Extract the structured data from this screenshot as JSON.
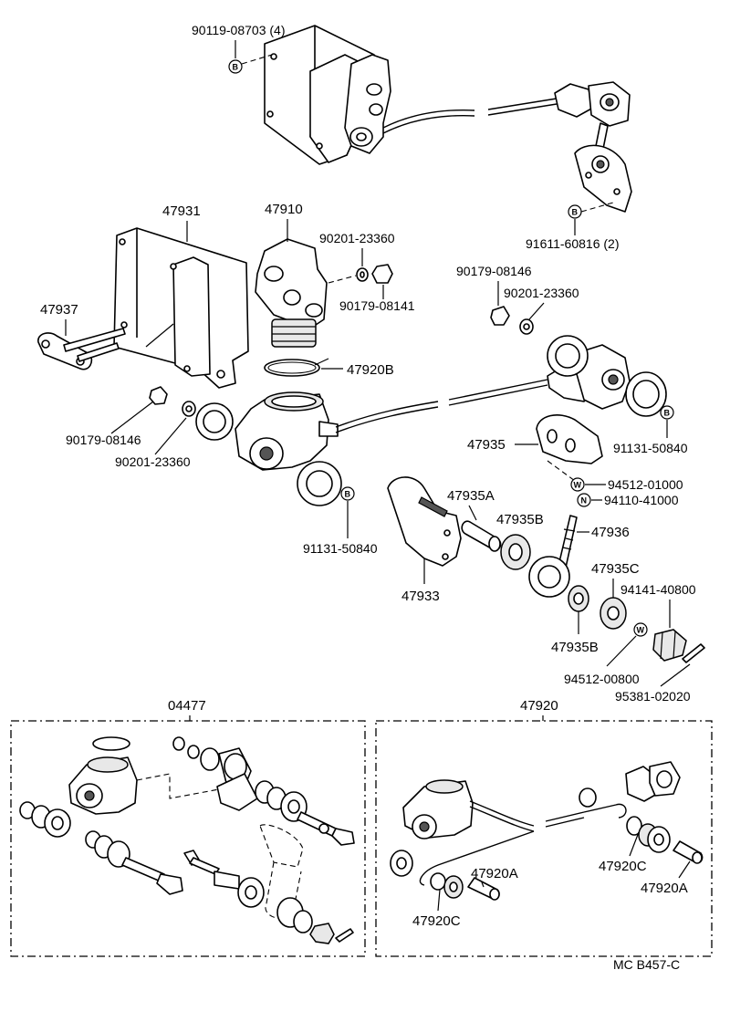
{
  "top": {
    "bolt_label": "90119-08703 (4)",
    "bolt_badge": "B",
    "link_label": "91611-60816 (2)",
    "link_badge": "B"
  },
  "main": {
    "bracket": "47931",
    "valve": "47910",
    "bolt": "47937",
    "washer_a": "90201-23360",
    "nut_a": "90179-08141",
    "nut_b": "90179-08146",
    "washer_b": "90201-23360",
    "clip": "47920B",
    "nut_left": "90179-08146",
    "washer_left": "90201-23360",
    "seal_right": "91131-50840",
    "seal_right_badge": "B",
    "seal_lower": "91131-50840",
    "seal_lower_badge": "B",
    "bracket_small": "47935",
    "washer_w1": "94512-01000",
    "washer_w1_badge": "W",
    "nut_n": "94110-41000",
    "nut_n_badge": "N",
    "plate": "47933",
    "sleeve": "47935A",
    "bushing_1": "47935B",
    "stud": "47936",
    "bushing_c": "47935C",
    "nut_castle": "94141-40800",
    "bushing_2": "47935B",
    "washer_w2": "94512-00800",
    "washer_w2_badge": "W",
    "pin": "95381-02020"
  },
  "kit_left": {
    "title": "04477"
  },
  "kit_right": {
    "title": "47920",
    "c_top": "47920C",
    "a_right": "47920A",
    "a_bottom": "47920A",
    "c_bottom": "47920C"
  },
  "footer": {
    "code": "MC B457-C"
  }
}
